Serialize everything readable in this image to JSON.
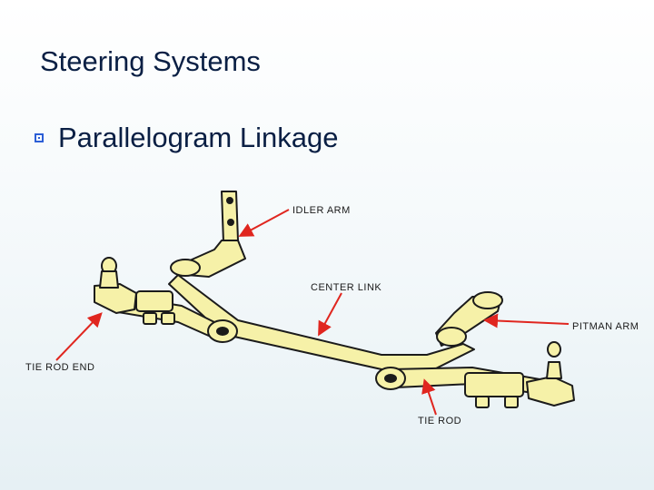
{
  "slide": {
    "title": "Steering Systems",
    "bullets": [
      {
        "text": "Parallelogram Linkage"
      }
    ]
  },
  "diagram": {
    "labels": {
      "idler_arm": "IDLER ARM",
      "center_link": "CENTER LINK",
      "pitman_arm": "PITMAN ARM",
      "tie_rod_end": "TIE ROD END",
      "tie_rod": "TIE ROD"
    },
    "colors": {
      "part_fill": "#f6f1a8",
      "part_stroke": "#1b1b1b",
      "arrow": "#e0261f",
      "text": "#0a1f44",
      "bullet": "#2c5fd6"
    }
  }
}
